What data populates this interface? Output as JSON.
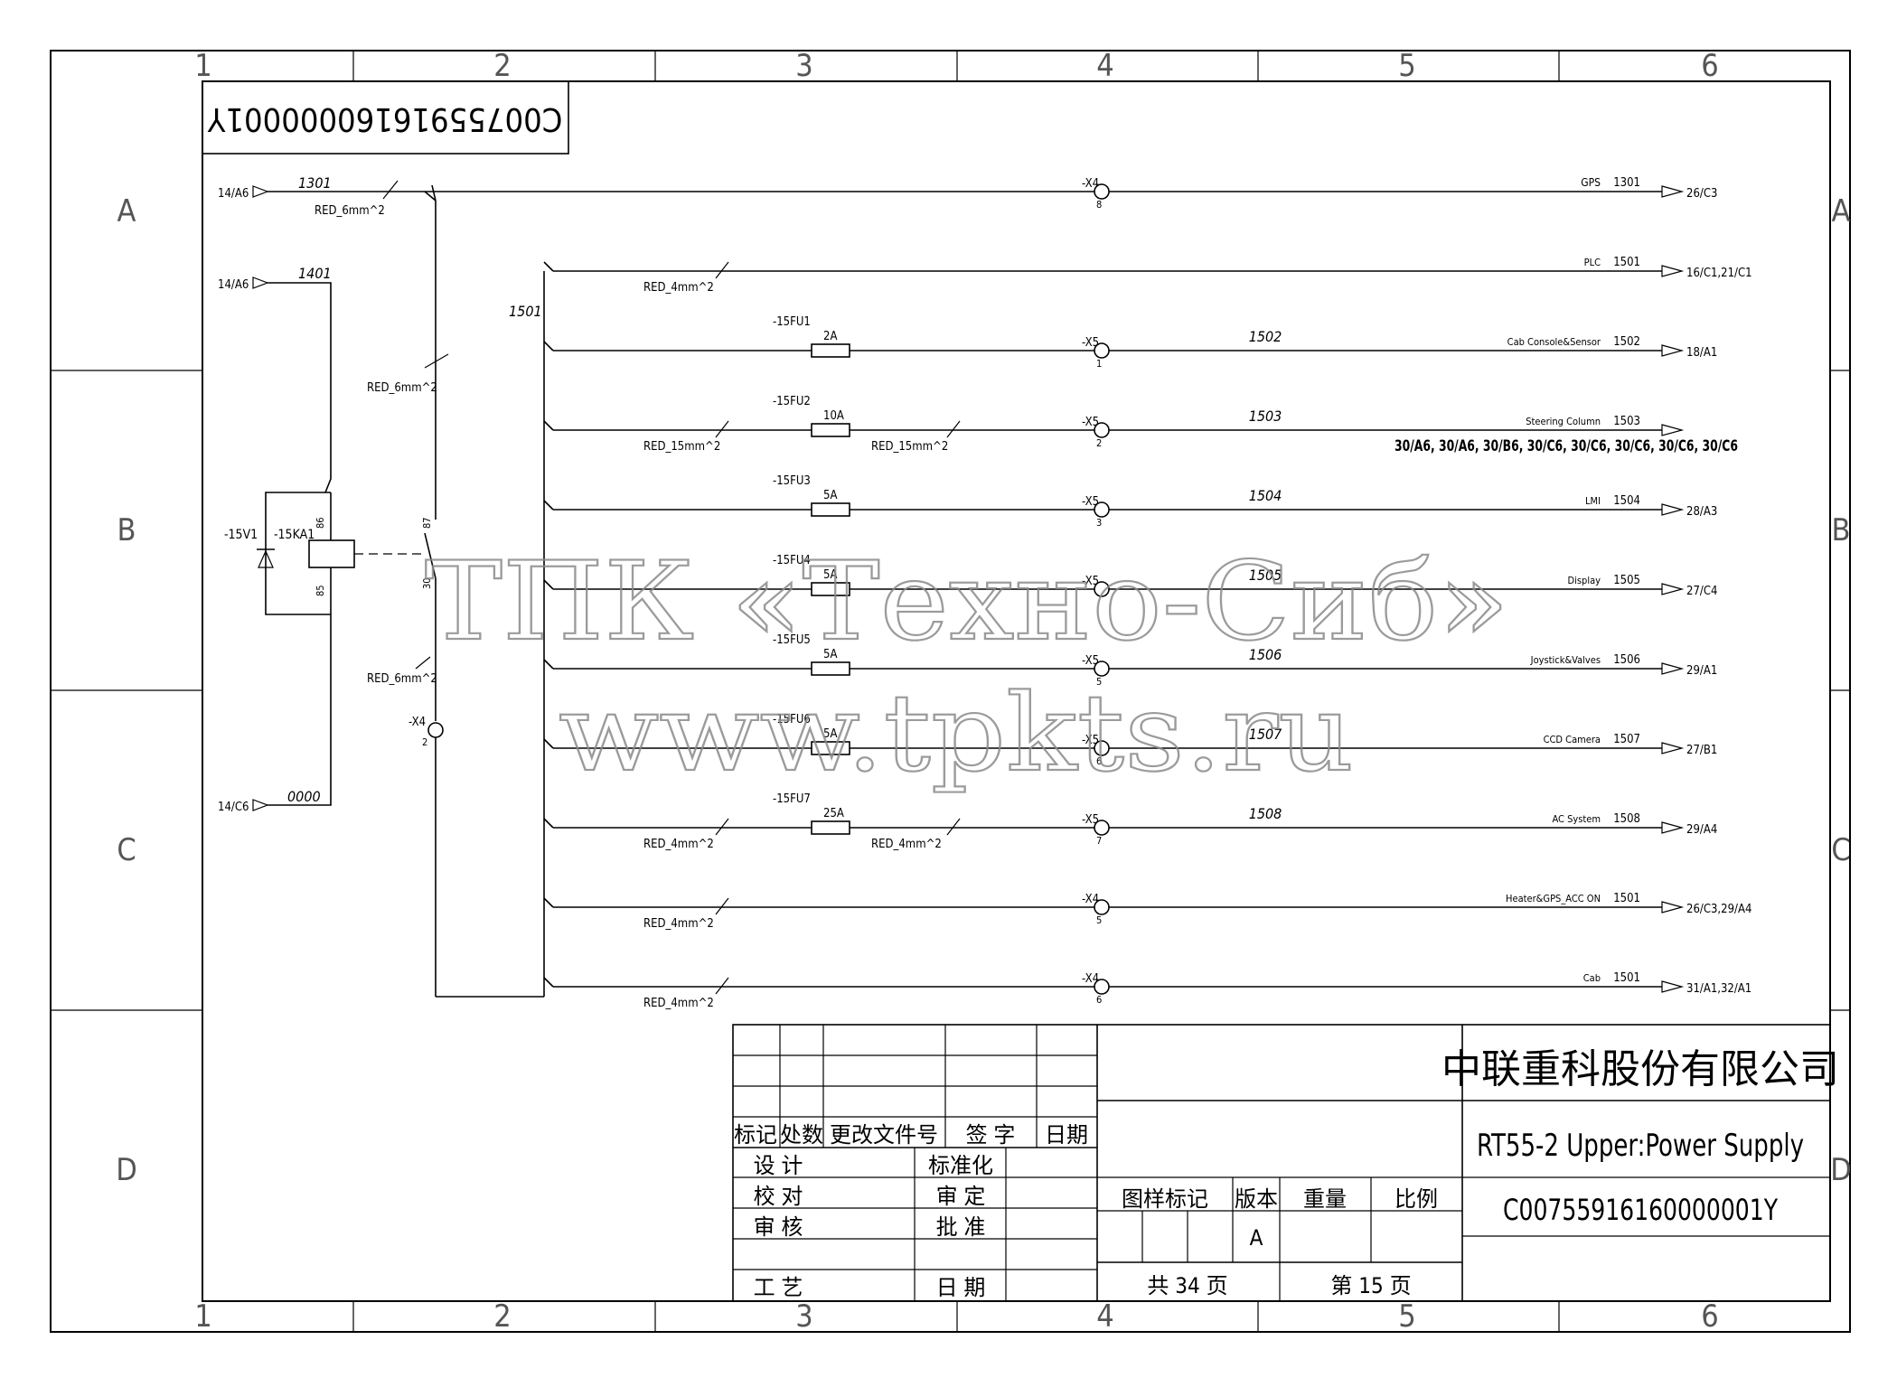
{
  "drawing_code_box": "C00755916160000001Y",
  "grid": {
    "columns": [
      "1",
      "2",
      "3",
      "4",
      "5",
      "6"
    ],
    "rows": [
      "A",
      "B",
      "C",
      "D"
    ]
  },
  "inputs": [
    {
      "ref": "14/A6",
      "wire": "1301"
    },
    {
      "ref": "14/A6",
      "wire": "1401"
    },
    {
      "ref": "14/C6",
      "wire": "0000"
    }
  ],
  "relay": {
    "diode": "-15V1",
    "relay": "-15KA1",
    "pins": [
      "86",
      "85",
      "87",
      "30"
    ],
    "cable_in": "RED_6mm^2",
    "cable_out": "RED_6mm^2",
    "terminal": "-X4",
    "terminal_pin": "2"
  },
  "top_line": {
    "cable": "RED_6mm^2",
    "terminal": "-X4",
    "pin": "8",
    "dest": "GPS",
    "wire": "1301",
    "ref": "26/C3"
  },
  "bus_label": "1501",
  "branches": [
    {
      "cable": "RED_4mm^2",
      "dest": "PLC",
      "wire": "1501",
      "ref": "16/C1,21/C1"
    },
    {
      "fuse": "-15FU1",
      "rating": "2A",
      "terminal": "-X5",
      "pin": "1",
      "wire_mid": "1502",
      "dest": "Cab Console&Sensor",
      "wire": "1502",
      "ref": "18/A1"
    },
    {
      "fuse": "-15FU2",
      "rating": "10A",
      "cable": "RED_15mm^2",
      "cable2": "RED_15mm^2",
      "terminal": "-X5",
      "pin": "2",
      "wire_mid": "1503",
      "dest": "Steering Column",
      "wire": "1503",
      "ref": "30/A6, 30/A6, 30/B6, 30/C6, 30/C6, 30/C6, 30/C6, 30/C6"
    },
    {
      "fuse": "-15FU3",
      "rating": "5A",
      "terminal": "-X5",
      "pin": "3",
      "wire_mid": "1504",
      "dest": "LMI",
      "wire": "1504",
      "ref": "28/A3"
    },
    {
      "fuse": "-15FU4",
      "rating": "5A",
      "terminal": "-X5",
      "pin": "",
      "wire_mid": "1505",
      "dest": "Display",
      "wire": "1505",
      "ref": "27/C4"
    },
    {
      "fuse": "-15FU5",
      "rating": "5A",
      "terminal": "-X5",
      "pin": "5",
      "wire_mid": "1506",
      "dest": "Joystick&Valves",
      "wire": "1506",
      "ref": "29/A1"
    },
    {
      "fuse": "-15FU6",
      "rating": "5A",
      "terminal": "-X5",
      "pin": "6",
      "wire_mid": "1507",
      "dest": "CCD Camera",
      "wire": "1507",
      "ref": "27/B1"
    },
    {
      "fuse": "-15FU7",
      "rating": "25A",
      "cable": "RED_4mm^2",
      "cable2": "RED_4mm^2",
      "terminal": "-X5",
      "pin": "7",
      "wire_mid": "1508",
      "dest": "AC System",
      "wire": "1508",
      "ref": "29/A4"
    },
    {
      "cable": "RED_4mm^2",
      "terminal": "-X4",
      "pin": "5",
      "dest": "Heater&GPS_ACC ON",
      "wire": "1501",
      "ref": "26/C3,29/A4"
    },
    {
      "cable": "RED_4mm^2",
      "terminal": "-X4",
      "pin": "6",
      "dest": "Cab",
      "wire": "1501",
      "ref": "31/A1,32/A1"
    }
  ],
  "watermark": {
    "line1": "ТПК «Техно-Сиб»",
    "line2": "www.tpkts.ru"
  },
  "title_block": {
    "company": "中联重科股份有限公司",
    "title": "RT55-2 Upper:Power Supply",
    "code": "C00755916160000001Y",
    "rev_headers": [
      "标记",
      "处数",
      "更改文件号",
      "签 字",
      "日期"
    ],
    "roles_left": [
      "设 计",
      "校 对",
      "审 核",
      "工 艺"
    ],
    "roles_right": [
      "标准化",
      "审 定",
      "批 准",
      "日 期"
    ],
    "meta_headers": [
      "图样标记",
      "版本",
      "重量",
      "比例"
    ],
    "version": "A",
    "total_pages": "共 34 页",
    "page": "第 15 页"
  }
}
